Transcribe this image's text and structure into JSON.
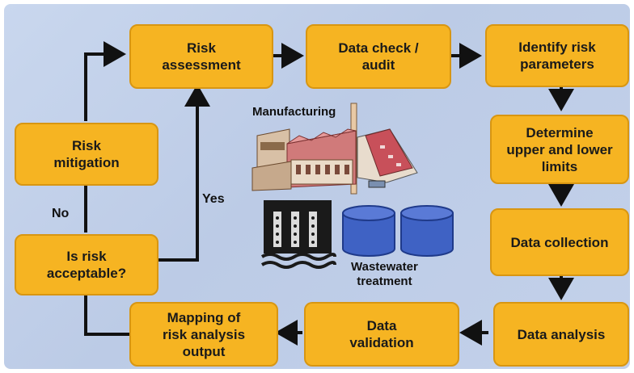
{
  "nodes": {
    "risk_assessment": "Risk\nassessment",
    "data_check": "Data check /\naudit",
    "identify_risk": "Identify risk\nparameters",
    "determine_limits": "Determine\nupper and lower\nlimits",
    "data_collection": "Data collection",
    "data_analysis": "Data analysis",
    "data_validation": "Data\nvalidation",
    "mapping": "Mapping of\nrisk analysis\noutput",
    "is_risk_acceptable": "Is risk\nacceptable?",
    "risk_mitigation": "Risk\nmitigation"
  },
  "edge_labels": {
    "yes": "Yes",
    "no": "No"
  },
  "illustration_labels": {
    "manufacturing": "Manufacturing",
    "wastewater": "Wastewater\ntreatment"
  },
  "colors": {
    "box_fill": "#f6b422",
    "box_border": "#d89612",
    "arrow": "#111111",
    "background": "#c3d1ea",
    "tank": "#3f62c4"
  },
  "icons": [
    "factory-icon",
    "dam-icon",
    "water-tanks-icon"
  ]
}
